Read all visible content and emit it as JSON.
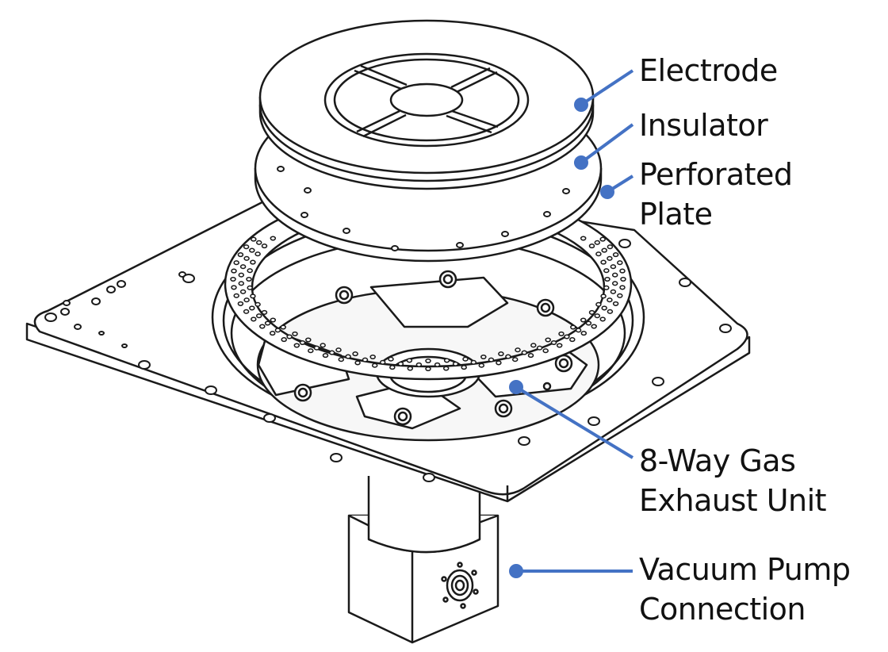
{
  "colors": {
    "leader": "#4472c4",
    "line": "#1a1a1a",
    "fill": "#ffffff",
    "hole": "#d9d9d9"
  },
  "labels": {
    "electrode": "Electrode",
    "insulator": "Insulator",
    "perforated_plate": [
      "Perforated",
      "Plate"
    ],
    "gas_exhaust_unit": [
      "8-Way Gas",
      "Exhaust Unit"
    ],
    "vacuum_pump_connection": [
      "Vacuum Pump",
      "Connection"
    ]
  }
}
